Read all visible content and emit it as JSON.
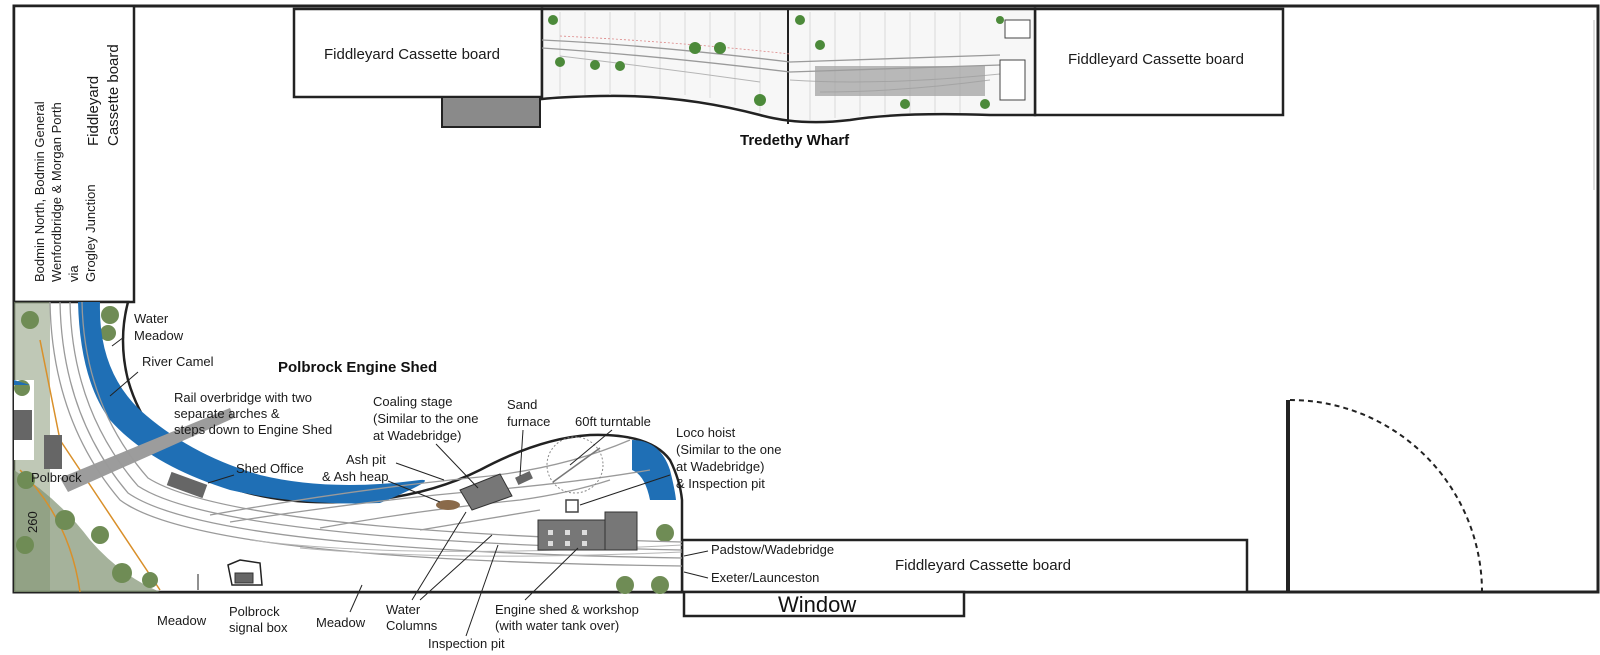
{
  "layout_title": "Polbrock Engine Shed",
  "wharf_title": "Tredethy Wharf",
  "fiddleyard_labels": {
    "top_left": "Fiddleyard Cassette board",
    "top_right": "Fiddleyard Cassette board",
    "bottom": "Fiddleyard Cassette board",
    "left": "Fiddleyard Cassette board"
  },
  "left_board_text": [
    "Bodmin North, Bodmin General",
    "Wenfordbridge & Morgan Porth",
    "via",
    "Grogley Junction"
  ],
  "window_label": "Window",
  "exits": {
    "padstow": "Padstow/Wadebridge",
    "exeter": "Exeter/Launceston"
  },
  "labels": {
    "water_meadow": [
      "Water",
      "Meadow"
    ],
    "river_camel": "River Camel",
    "rail_overbridge": [
      "Rail overbridge with two",
      "separate arches &",
      "steps down to Engine Shed"
    ],
    "shed_office": "Shed Office",
    "ash_pit": [
      "Ash pit",
      "& Ash heap"
    ],
    "coaling_stage": [
      "Coaling stage",
      "(Similar to the one",
      "at Wadebridge)"
    ],
    "sand_furnace": [
      "Sand",
      "furnace"
    ],
    "turntable": "60ft turntable",
    "loco_hoist": [
      "Loco hoist",
      "(Similar to the one",
      "at Wadebridge)",
      "& Inspection pit"
    ],
    "polbrock": "Polbrock",
    "mileage": "260",
    "meadow_left": "Meadow",
    "signal_box": [
      "Polbrock",
      "signal box"
    ],
    "meadow_mid": "Meadow",
    "water_columns": [
      "Water",
      "Columns"
    ],
    "inspection_pit": "Inspection pit",
    "engine_shed": [
      "Engine shed & workshop",
      "(with water tank over)"
    ]
  },
  "colors": {
    "river": "#1f6fb5",
    "scenery": "#8a9a7a",
    "building": "#777777",
    "wall": "#222222"
  }
}
